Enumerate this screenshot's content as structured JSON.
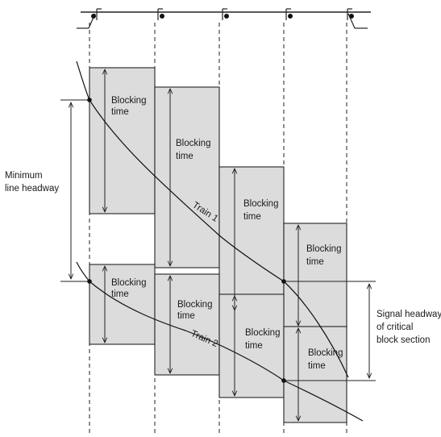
{
  "blocks": [
    {
      "line1": "Blocking",
      "line2": "time"
    },
    {
      "line1": "Blocking",
      "line2": "time"
    },
    {
      "line1": "Blocking",
      "line2": "time"
    },
    {
      "line1": "Blocking",
      "line2": "time"
    },
    {
      "line1": "Blocking",
      "line2": "time"
    },
    {
      "line1": "Blocking",
      "line2": "time"
    },
    {
      "line1": "Blocking",
      "line2": "time"
    },
    {
      "line1": "Blocking",
      "line2": "time"
    }
  ],
  "trains": {
    "train1": "Train 1",
    "train2": "Train 2"
  },
  "annotations": {
    "min_headway": {
      "line1": "Minimum",
      "line2": "line headway"
    },
    "signal_headway": {
      "line1": "Signal headway",
      "line2": "of critical",
      "line3": "block section"
    }
  }
}
